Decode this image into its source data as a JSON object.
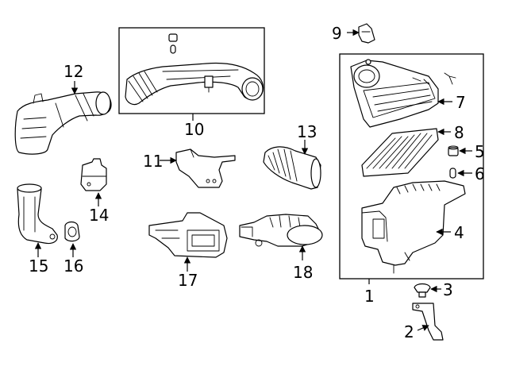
{
  "diagram": {
    "background_color": "#ffffff",
    "line_color": "#000000",
    "callouts": {
      "c1": "1",
      "c2": "2",
      "c3": "3",
      "c4": "4",
      "c5": "5",
      "c6": "6",
      "c7": "7",
      "c8": "8",
      "c9": "9",
      "c10": "10",
      "c11": "11",
      "c12": "12",
      "c13": "13",
      "c14": "14",
      "c15": "15",
      "c16": "16",
      "c17": "17",
      "c18": "18"
    }
  }
}
